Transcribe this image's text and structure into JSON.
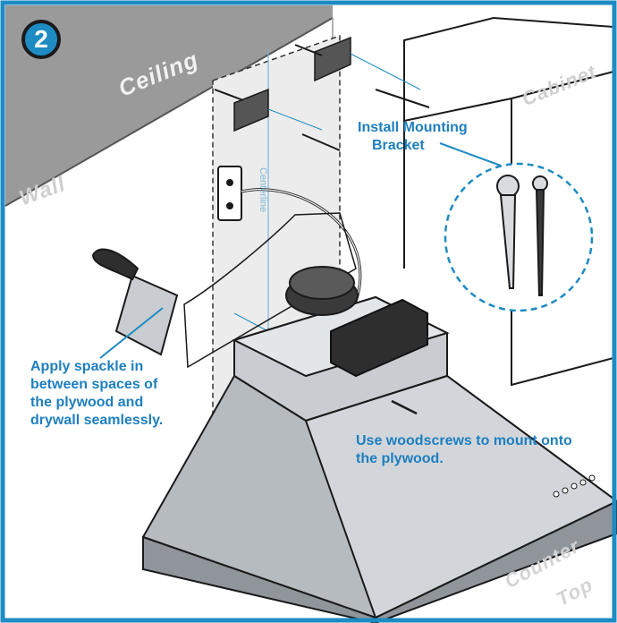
{
  "step_number": "2",
  "labels": {
    "ceiling": "Ceiling",
    "wall": "Wall",
    "cabinet": "Cabinet",
    "counter": "Counter",
    "top": "Top",
    "centerline": "Centerline"
  },
  "callouts": {
    "install_line1": "Install Mounting",
    "install_line2": "Bracket",
    "spackle": "Apply spackle in between spaces of the plywood and drywall seamlessly.",
    "woodscrews": "Use woodscrews to mount onto the plywood."
  },
  "colors": {
    "accent": "#1e8bc3",
    "frame": "#1e8bc3",
    "ceiling": "#9a9a9a",
    "hood_steel": "#c9cdd1"
  }
}
